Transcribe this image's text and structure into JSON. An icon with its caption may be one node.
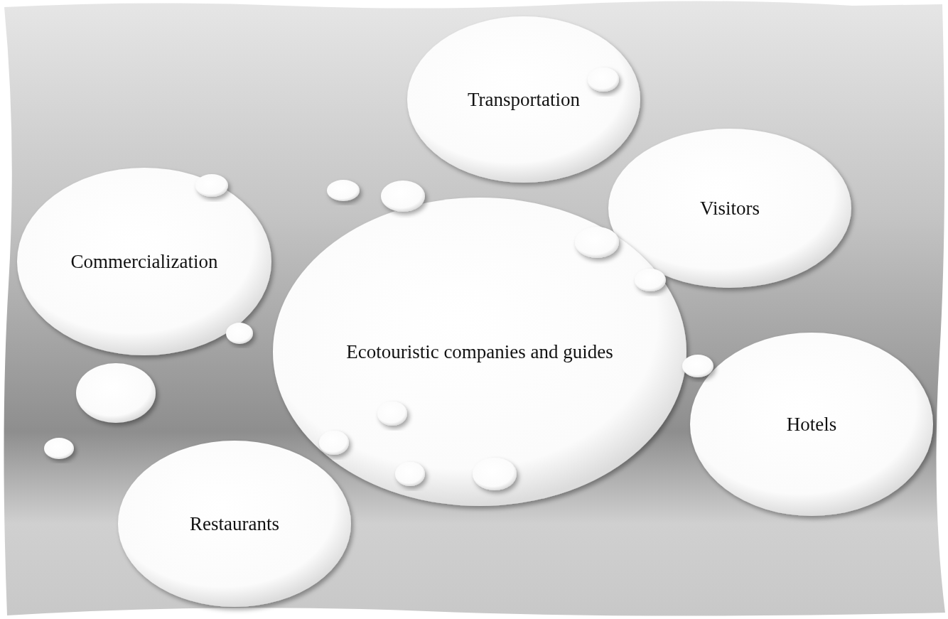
{
  "diagram": {
    "nodes": [
      {
        "text": [
          "Transportation"
        ]
      },
      {
        "text": [
          "Visitors"
        ]
      },
      {
        "text": [
          "Commercialization"
        ]
      },
      {
        "text": [
          "Ecotouristic companies and guides"
        ]
      },
      {
        "text": [
          "Hotels"
        ]
      },
      {
        "text": [
          "Restaurants"
        ]
      },
      {
        "text": [],
        "shape": "circle"
      },
      {
        "text": [],
        "shape": "circle"
      },
      {
        "text": [],
        "shape": "circle",
        "in": 2
      },
      {
        "text": [],
        "shape": "circle"
      },
      {
        "text": [],
        "shape": "circle",
        "in": 3
      },
      {
        "text": [],
        "shape": "circle"
      },
      {
        "text": [],
        "shape": "circle",
        "in": 3
      },
      {
        "text": [],
        "shape": "circle"
      },
      {
        "text": [],
        "shape": "circle",
        "in": 3
      },
      {
        "text": [],
        "shape": "circle",
        "in": 3
      },
      {
        "text": [],
        "shape": "circle",
        "in": 3
      },
      {
        "text": [],
        "shape": "circle",
        "in": 0
      },
      {
        "text": [],
        "shape": "circle",
        "in": 3
      },
      {
        "text": [],
        "shape": "circle"
      }
    ]
  }
}
